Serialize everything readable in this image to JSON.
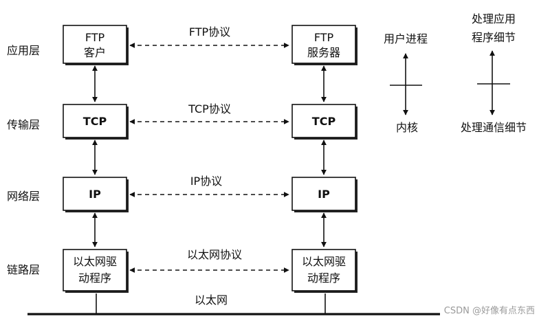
{
  "layers": {
    "application": "应用层",
    "transport": "传输层",
    "network": "网络层",
    "link": "链路层"
  },
  "client": {
    "ftp_line1": "FTP",
    "ftp_line2": "客户",
    "tcp": "TCP",
    "ip": "IP",
    "eth_line1": "以太网驱",
    "eth_line2": "动程序"
  },
  "server": {
    "ftp_line1": "FTP",
    "ftp_line2": "服务器",
    "tcp": "TCP",
    "ip": "IP",
    "eth_line1": "以太网驱",
    "eth_line2": "动程序"
  },
  "protocols": {
    "ftp": "FTP协议",
    "tcp": "TCP协议",
    "ip": "IP协议",
    "ethernet": "以太网协议"
  },
  "network_label": "以太网",
  "legend": {
    "left_top": "用户进程",
    "left_bottom": "内核",
    "right_top_line1": "处理应用",
    "right_top_line2": "程序细节",
    "right_bottom": "处理通信细节"
  },
  "watermark": "CSDN @好像有点东西"
}
